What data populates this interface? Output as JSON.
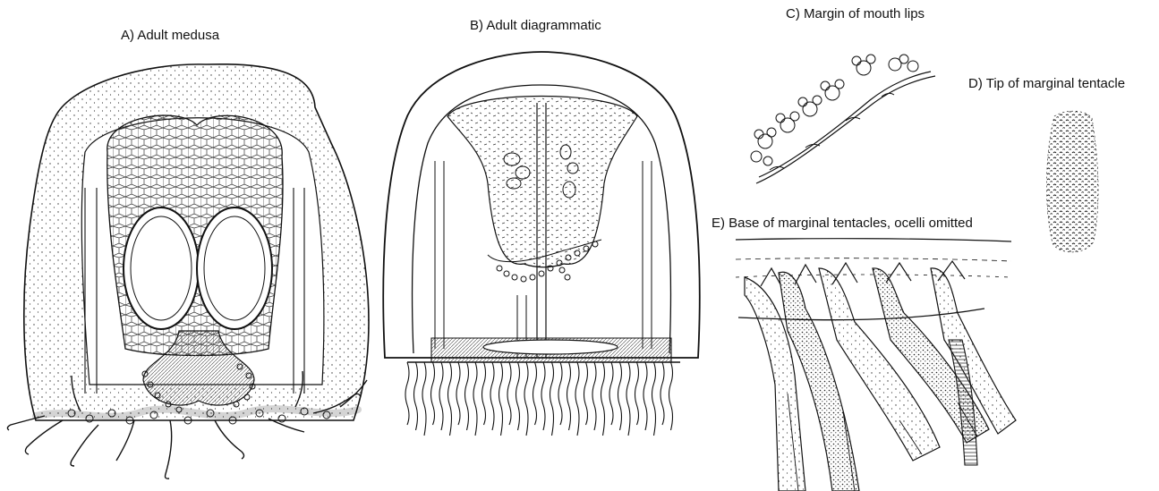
{
  "figure": {
    "panels": [
      {
        "id": "A",
        "caption": "A) Adult medusa"
      },
      {
        "id": "B",
        "caption": "B) Adult diagrammatic"
      },
      {
        "id": "C",
        "caption": "C) Margin of mouth lips"
      },
      {
        "id": "D",
        "caption": "D) Tip of marginal tentacle"
      },
      {
        "id": "E",
        "caption": "E) Base of marginal tentacles, ocelli omitted"
      }
    ]
  }
}
